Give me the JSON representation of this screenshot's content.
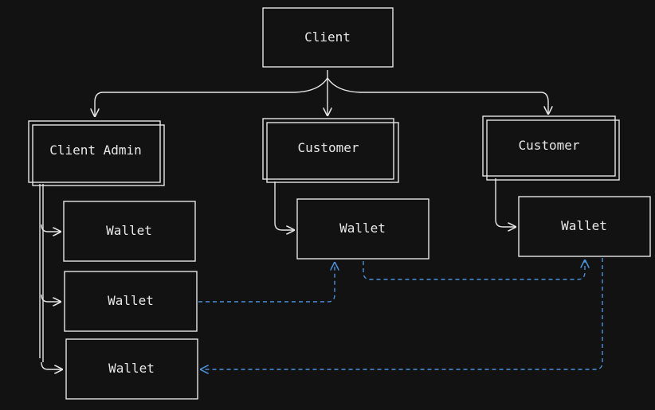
{
  "colors": {
    "background": "#121212",
    "stroke": "#e6e6e6",
    "link": "#4a90d9"
  },
  "nodes": {
    "client": {
      "label": "Client"
    },
    "client_admin": {
      "label": "Client Admin"
    },
    "customer_1": {
      "label": "Customer"
    },
    "customer_2": {
      "label": "Customer"
    },
    "admin_wallet_1": {
      "label": "Wallet"
    },
    "admin_wallet_2": {
      "label": "Wallet"
    },
    "admin_wallet_3": {
      "label": "Wallet"
    },
    "customer_1_wallet": {
      "label": "Wallet"
    },
    "customer_2_wallet": {
      "label": "Wallet"
    }
  }
}
